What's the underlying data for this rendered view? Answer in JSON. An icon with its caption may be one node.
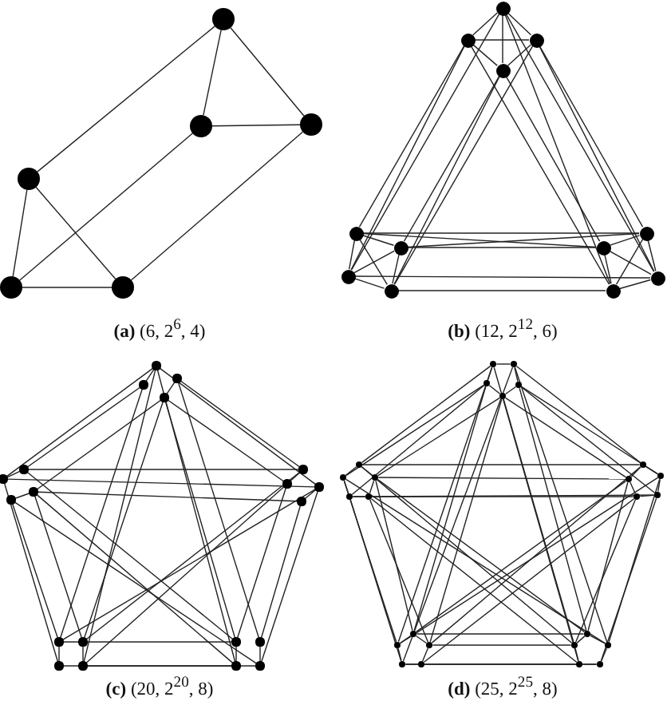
{
  "diagram": {
    "nodes": [
      {
        "text": [],
        "shape": "circle"
      },
      {
        "text": [],
        "shape": "circle"
      },
      {
        "text": [],
        "shape": "circle"
      },
      {
        "text": [],
        "shape": "circle"
      },
      {
        "text": [],
        "shape": "circle"
      },
      {
        "text": [],
        "shape": "circle"
      },
      {
        "text": [],
        "shape": "circle"
      },
      {
        "text": [],
        "shape": "circle"
      },
      {
        "text": [],
        "shape": "circle"
      },
      {
        "text": [],
        "shape": "circle"
      },
      {
        "text": [],
        "shape": "circle"
      },
      {
        "text": [],
        "shape": "circle"
      },
      {
        "text": [],
        "shape": "circle"
      },
      {
        "text": [],
        "shape": "circle"
      },
      {
        "text": [],
        "shape": "circle"
      },
      {
        "text": [],
        "shape": "circle"
      },
      {
        "text": [],
        "shape": "circle"
      },
      {
        "text": [],
        "shape": "circle"
      },
      {
        "text": [],
        "shape": "circle"
      },
      {
        "text": [],
        "shape": "circle"
      },
      {
        "text": [],
        "shape": "circle"
      },
      {
        "text": [],
        "shape": "circle"
      },
      {
        "text": [],
        "shape": "circle"
      },
      {
        "text": [],
        "shape": "circle"
      },
      {
        "text": [],
        "shape": "circle"
      },
      {
        "text": [],
        "shape": "circle"
      },
      {
        "text": [],
        "shape": "circle"
      },
      {
        "text": [],
        "shape": "circle"
      },
      {
        "text": [],
        "shape": "circle"
      },
      {
        "text": [],
        "shape": "circle"
      },
      {
        "text": [],
        "shape": "circle"
      },
      {
        "text": [],
        "shape": "circle"
      },
      {
        "text": [],
        "shape": "circle"
      },
      {
        "text": [],
        "shape": "circle"
      },
      {
        "text": [],
        "shape": "circle"
      },
      {
        "text": [],
        "shape": "circle"
      },
      {
        "text": [],
        "shape": "circle"
      },
      {
        "text": [],
        "shape": "circle"
      },
      {
        "text": [],
        "shape": "circle"
      },
      {
        "text": [],
        "shape": "circle"
      },
      {
        "text": [],
        "shape": "circle"
      },
      {
        "text": [],
        "shape": "circle"
      },
      {
        "text": [],
        "shape": "circle"
      },
      {
        "text": [],
        "shape": "circle"
      },
      {
        "text": [],
        "shape": "circle"
      },
      {
        "text": [],
        "shape": "circle"
      },
      {
        "text": [],
        "shape": "circle"
      },
      {
        "text": [],
        "shape": "circle"
      },
      {
        "text": [],
        "shape": "circle"
      },
      {
        "text": [],
        "shape": "circle"
      },
      {
        "text": [],
        "shape": "circle"
      },
      {
        "text": [],
        "shape": "circle"
      },
      {
        "text": [],
        "shape": "circle"
      },
      {
        "text": [],
        "shape": "circle"
      },
      {
        "text": [],
        "shape": "circle"
      },
      {
        "text": [],
        "shape": "circle"
      },
      {
        "text": [],
        "shape": "circle"
      },
      {
        "text": [],
        "shape": "circle"
      },
      {
        "text": [],
        "shape": "circle"
      },
      {
        "text": [],
        "shape": "circle"
      },
      {
        "text": [],
        "shape": "circle"
      },
      {
        "text": [],
        "shape": "circle"
      },
      {
        "text": [],
        "shape": "circle"
      }
    ],
    "edges": [
      {
        "from": 0,
        "to": 3,
        "arrow": "none"
      },
      {
        "from": 0,
        "to": 1,
        "arrow": "none"
      },
      {
        "from": 0,
        "to": 2,
        "arrow": "none"
      },
      {
        "from": 1,
        "to": 2,
        "arrow": "none"
      },
      {
        "from": 1,
        "to": 4,
        "arrow": "none"
      },
      {
        "from": 2,
        "to": 5,
        "arrow": "none"
      },
      {
        "from": 3,
        "to": 4,
        "arrow": "none"
      },
      {
        "from": 3,
        "to": 5,
        "arrow": "none"
      },
      {
        "from": 4,
        "to": 5,
        "arrow": "none"
      },
      {
        "from": 6,
        "to": 7,
        "arrow": "none"
      },
      {
        "from": 6,
        "to": 8,
        "arrow": "none"
      },
      {
        "from": 6,
        "to": 9,
        "arrow": "none"
      },
      {
        "from": 7,
        "to": 8,
        "arrow": "none"
      },
      {
        "from": 7,
        "to": 9,
        "arrow": "none"
      },
      {
        "from": 8,
        "to": 9,
        "arrow": "none"
      },
      {
        "from": 10,
        "to": 11,
        "arrow": "none"
      },
      {
        "from": 10,
        "to": 12,
        "arrow": "none"
      },
      {
        "from": 10,
        "to": 13,
        "arrow": "none"
      },
      {
        "from": 11,
        "to": 12,
        "arrow": "none"
      },
      {
        "from": 11,
        "to": 13,
        "arrow": "none"
      },
      {
        "from": 12,
        "to": 13,
        "arrow": "none"
      },
      {
        "from": 14,
        "to": 15,
        "arrow": "none"
      },
      {
        "from": 14,
        "to": 16,
        "arrow": "none"
      },
      {
        "from": 14,
        "to": 17,
        "arrow": "none"
      },
      {
        "from": 15,
        "to": 16,
        "arrow": "none"
      },
      {
        "from": 15,
        "to": 17,
        "arrow": "none"
      },
      {
        "from": 16,
        "to": 17,
        "arrow": "none"
      },
      {
        "from": 6,
        "to": 12,
        "arrow": "none"
      },
      {
        "from": 7,
        "to": 10,
        "arrow": "none"
      },
      {
        "from": 7,
        "to": 12,
        "arrow": "none"
      },
      {
        "from": 9,
        "to": 11,
        "arrow": "none"
      },
      {
        "from": 9,
        "to": 13,
        "arrow": "none"
      },
      {
        "from": 8,
        "to": 13,
        "arrow": "none"
      },
      {
        "from": 6,
        "to": 16,
        "arrow": "none"
      },
      {
        "from": 8,
        "to": 14,
        "arrow": "none"
      },
      {
        "from": 8,
        "to": 16,
        "arrow": "none"
      },
      {
        "from": 9,
        "to": 15,
        "arrow": "none"
      },
      {
        "from": 6,
        "to": 17,
        "arrow": "none"
      },
      {
        "from": 7,
        "to": 17,
        "arrow": "none"
      },
      {
        "from": 10,
        "to": 14,
        "arrow": "none"
      },
      {
        "from": 10,
        "to": 15,
        "arrow": "none"
      },
      {
        "from": 11,
        "to": 14,
        "arrow": "none"
      },
      {
        "from": 12,
        "to": 16,
        "arrow": "none"
      },
      {
        "from": 13,
        "to": 17,
        "arrow": "none"
      },
      {
        "from": 11,
        "to": 15,
        "arrow": "none"
      },
      {
        "from": 18,
        "to": 19,
        "arrow": "none"
      },
      {
        "from": 20,
        "to": 21,
        "arrow": "none"
      },
      {
        "from": 22,
        "to": 23,
        "arrow": "none"
      },
      {
        "from": 24,
        "to": 25,
        "arrow": "none"
      },
      {
        "from": 26,
        "to": 27,
        "arrow": "none"
      },
      {
        "from": 28,
        "to": 29,
        "arrow": "none"
      },
      {
        "from": 30,
        "to": 32,
        "arrow": "none"
      },
      {
        "from": 31,
        "to": 33,
        "arrow": "none"
      },
      {
        "from": 34,
        "to": 36,
        "arrow": "none"
      },
      {
        "from": 35,
        "to": 37,
        "arrow": "none"
      },
      {
        "from": 18,
        "to": 23,
        "arrow": "none"
      },
      {
        "from": 19,
        "to": 22,
        "arrow": "none"
      },
      {
        "from": 21,
        "to": 24,
        "arrow": "none"
      },
      {
        "from": 18,
        "to": 28,
        "arrow": "none"
      },
      {
        "from": 20,
        "to": 26,
        "arrow": "none"
      },
      {
        "from": 21,
        "to": 27,
        "arrow": "none"
      },
      {
        "from": 22,
        "to": 26,
        "arrow": "none"
      },
      {
        "from": 23,
        "to": 28,
        "arrow": "none"
      },
      {
        "from": 24,
        "to": 29,
        "arrow": "none"
      },
      {
        "from": 23,
        "to": 32,
        "arrow": "none"
      },
      {
        "from": 25,
        "to": 30,
        "arrow": "none"
      },
      {
        "from": 24,
        "to": 31,
        "arrow": "none"
      },
      {
        "from": 28,
        "to": 37,
        "arrow": "none"
      },
      {
        "from": 29,
        "to": 35,
        "arrow": "none"
      },
      {
        "from": 27,
        "to": 34,
        "arrow": "none"
      },
      {
        "from": 30,
        "to": 34,
        "arrow": "none"
      },
      {
        "from": 32,
        "to": 36,
        "arrow": "none"
      },
      {
        "from": 33,
        "to": 37,
        "arrow": "none"
      },
      {
        "from": 19,
        "to": 30,
        "arrow": "none"
      },
      {
        "from": 21,
        "to": 31,
        "arrow": "none"
      },
      {
        "from": 18,
        "to": 33,
        "arrow": "none"
      },
      {
        "from": 20,
        "to": 35,
        "arrow": "none"
      },
      {
        "from": 21,
        "to": 34,
        "arrow": "none"
      },
      {
        "from": 18,
        "to": 36,
        "arrow": "none"
      },
      {
        "from": 22,
        "to": 34,
        "arrow": "none"
      },
      {
        "from": 24,
        "to": 36,
        "arrow": "none"
      },
      {
        "from": 25,
        "to": 37,
        "arrow": "none"
      },
      {
        "from": 26,
        "to": 31,
        "arrow": "none"
      },
      {
        "from": 27,
        "to": 33,
        "arrow": "none"
      },
      {
        "from": 28,
        "to": 30,
        "arrow": "none"
      },
      {
        "from": 38,
        "to": 39,
        "arrow": "none"
      },
      {
        "from": 39,
        "to": 41,
        "arrow": "none"
      },
      {
        "from": 41,
        "to": 42,
        "arrow": "none"
      },
      {
        "from": 42,
        "to": 40,
        "arrow": "none"
      },
      {
        "from": 40,
        "to": 38,
        "arrow": "none"
      },
      {
        "from": 43,
        "to": 45,
        "arrow": "none"
      },
      {
        "from": 45,
        "to": 47,
        "arrow": "none"
      },
      {
        "from": 47,
        "to": 46,
        "arrow": "none"
      },
      {
        "from": 46,
        "to": 44,
        "arrow": "none"
      },
      {
        "from": 44,
        "to": 43,
        "arrow": "none"
      },
      {
        "from": 48,
        "to": 50,
        "arrow": "none"
      },
      {
        "from": 50,
        "to": 52,
        "arrow": "none"
      },
      {
        "from": 52,
        "to": 51,
        "arrow": "none"
      },
      {
        "from": 51,
        "to": 49,
        "arrow": "none"
      },
      {
        "from": 49,
        "to": 48,
        "arrow": "none"
      },
      {
        "from": 53,
        "to": 55,
        "arrow": "none"
      },
      {
        "from": 55,
        "to": 57,
        "arrow": "none"
      },
      {
        "from": 57,
        "to": 56,
        "arrow": "none"
      },
      {
        "from": 56,
        "to": 54,
        "arrow": "none"
      },
      {
        "from": 54,
        "to": 53,
        "arrow": "none"
      },
      {
        "from": 58,
        "to": 60,
        "arrow": "none"
      },
      {
        "from": 60,
        "to": 62,
        "arrow": "none"
      },
      {
        "from": 62,
        "to": 61,
        "arrow": "none"
      },
      {
        "from": 61,
        "to": 59,
        "arrow": "none"
      },
      {
        "from": 59,
        "to": 58,
        "arrow": "none"
      },
      {
        "from": 38,
        "to": 43,
        "arrow": "none"
      },
      {
        "from": 40,
        "to": 44,
        "arrow": "none"
      },
      {
        "from": 40,
        "to": 46,
        "arrow": "none"
      },
      {
        "from": 42,
        "to": 45,
        "arrow": "none"
      },
      {
        "from": 39,
        "to": 48,
        "arrow": "none"
      },
      {
        "from": 41,
        "to": 50,
        "arrow": "none"
      },
      {
        "from": 41,
        "to": 52,
        "arrow": "none"
      },
      {
        "from": 42,
        "to": 49,
        "arrow": "none"
      },
      {
        "from": 43,
        "to": 48,
        "arrow": "none"
      },
      {
        "from": 45,
        "to": 49,
        "arrow": "none"
      },
      {
        "from": 46,
        "to": 51,
        "arrow": "none"
      },
      {
        "from": 47,
        "to": 52,
        "arrow": "none"
      },
      {
        "from": 44,
        "to": 54,
        "arrow": "none"
      },
      {
        "from": 46,
        "to": 56,
        "arrow": "none"
      },
      {
        "from": 47,
        "to": 55,
        "arrow": "none"
      },
      {
        "from": 45,
        "to": 53,
        "arrow": "none"
      },
      {
        "from": 50,
        "to": 60,
        "arrow": "none"
      },
      {
        "from": 52,
        "to": 62,
        "arrow": "none"
      },
      {
        "from": 51,
        "to": 59,
        "arrow": "none"
      },
      {
        "from": 49,
        "to": 58,
        "arrow": "none"
      },
      {
        "from": 53,
        "to": 58,
        "arrow": "none"
      },
      {
        "from": 55,
        "to": 59,
        "arrow": "none"
      },
      {
        "from": 56,
        "to": 61,
        "arrow": "none"
      },
      {
        "from": 57,
        "to": 62,
        "arrow": "none"
      },
      {
        "from": 38,
        "to": 54,
        "arrow": "none"
      },
      {
        "from": 40,
        "to": 53,
        "arrow": "none"
      },
      {
        "from": 42,
        "to": 55,
        "arrow": "none"
      },
      {
        "from": 39,
        "to": 56,
        "arrow": "none"
      },
      {
        "from": 39,
        "to": 60,
        "arrow": "none"
      },
      {
        "from": 41,
        "to": 58,
        "arrow": "none"
      },
      {
        "from": 42,
        "to": 59,
        "arrow": "none"
      },
      {
        "from": 38,
        "to": 61,
        "arrow": "none"
      },
      {
        "from": 43,
        "to": 59,
        "arrow": "none"
      },
      {
        "from": 45,
        "to": 58,
        "arrow": "none"
      },
      {
        "from": 47,
        "to": 61,
        "arrow": "none"
      },
      {
        "from": 44,
        "to": 60,
        "arrow": "none"
      },
      {
        "from": 48,
        "to": 55,
        "arrow": "none"
      },
      {
        "from": 49,
        "to": 53,
        "arrow": "none"
      },
      {
        "from": 51,
        "to": 57,
        "arrow": "none"
      },
      {
        "from": 50,
        "to": 54,
        "arrow": "none"
      }
    ],
    "labels": [
      "**(a)** (6, 2$^{6}$, 4)",
      "**(b)** (12, 2$^{12}$, 6)",
      "**(c)** (20, 2$^{20}$, 8)",
      "**(d)** (25, 2$^{25}$, 8)"
    ]
  }
}
